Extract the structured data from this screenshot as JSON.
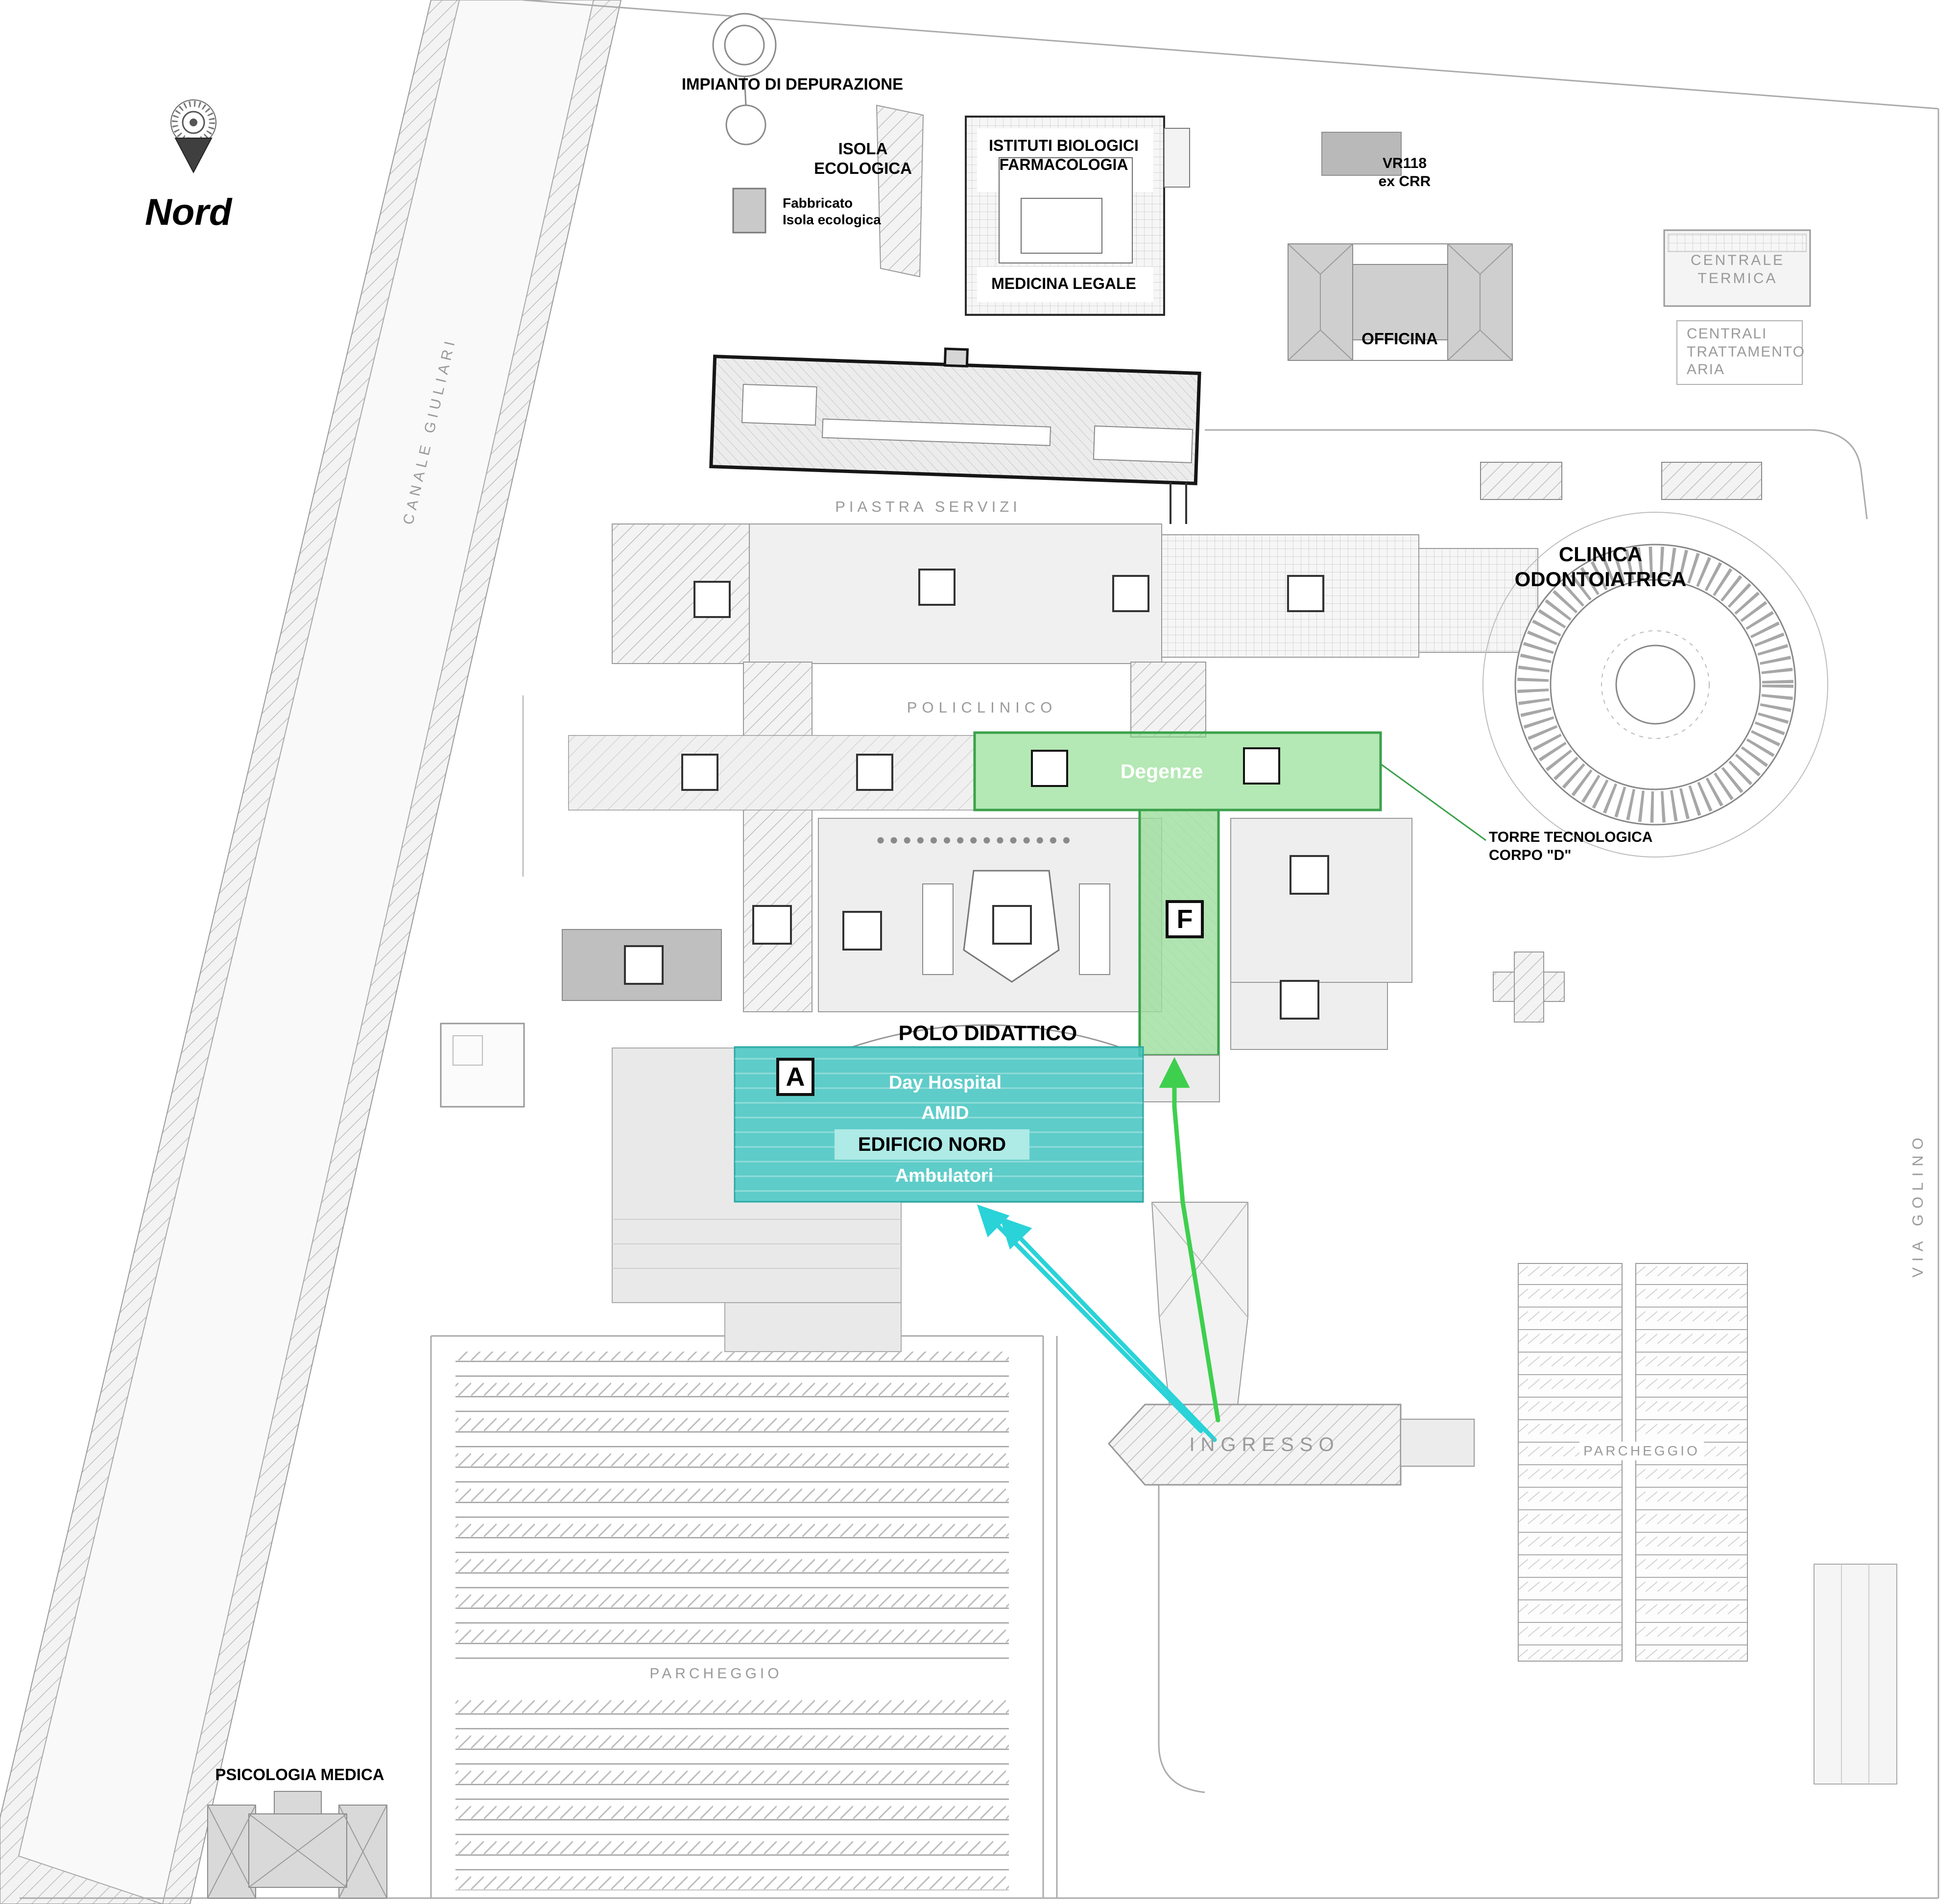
{
  "colors": {
    "highlight_green": "#7ed87e",
    "green_border": "#3aa14a",
    "green_arrow": "#3ecf4e",
    "highlight_teal": "#45c7c3",
    "teal_band": "#aeeae6",
    "cyan_arrow": "#29d3d8",
    "gray_label": "#9a9a9a"
  },
  "compass": {
    "label": "Nord"
  },
  "streets": {
    "canal": "CANALE GIULIARI",
    "via_golino": "VIA GOLINO"
  },
  "facilities": {
    "impianto": "IMPIANTO DI DEPURAZIONE",
    "isola": "ISOLA\nECOLOGICA",
    "fabbricato": "Fabbricato\nIsola ecologica",
    "istituti": "ISTITUTI BIOLOGICI\nFARMACOLOGIA",
    "medicina": "MEDICINA LEGALE",
    "vr118": "VR118\nex CRR",
    "officina": "OFFICINA",
    "centrale_termica": "CENTRALE\nTERMICA",
    "centrali_aria": "CENTRALI\nTRATTAMENTO\nARIA",
    "piastra": "PIASTRA SERVIZI",
    "clinica": "CLINICA\nODONTOIATRICA",
    "policlinico": "POLICLINICO",
    "torre": "TORRE TECNOLOGICA\nCORPO \"D\"",
    "polo": "POLO DIDATTICO",
    "psicologia": "PSICOLOGIA MEDICA",
    "ingresso": "INGRESSO",
    "parcheggio_right": "PARCHEGGIO",
    "parcheggio_bottom": "PARCHEGGIO"
  },
  "highlights": {
    "degenze": "Degenze",
    "wing_f": "F",
    "wing_a": "A",
    "day_hospital": "Day Hospital",
    "amid": "AMID",
    "edificio_nord": "EDIFICIO NORD",
    "ambulatori": "Ambulatori"
  }
}
